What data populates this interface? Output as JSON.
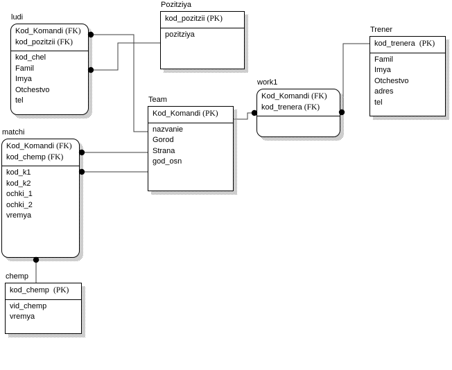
{
  "diagram": {
    "kind": "entity-relationship-model",
    "background": "#ffffff"
  },
  "colors": {
    "line": "#3d3d3d",
    "border": "#000000",
    "shadow": "#9c9c9c",
    "box_fill": "#ffffff",
    "text": "#000000",
    "dot_fill": "#000000"
  },
  "tables": [
    {
      "title": "ludi",
      "rounded": true,
      "keys": [
        {
          "n": "Kod_Komandi ",
          "t": "(FK)"
        },
        {
          "n": "kod_pozitzii ",
          "t": "(FK)"
        }
      ],
      "fields": [
        {
          "n": "kod_chel"
        },
        {
          "n": "Famil"
        },
        {
          "n": "Imya"
        },
        {
          "n": "Otchestvo"
        },
        {
          "n": "tel"
        }
      ]
    },
    {
      "title": "Pozitziya",
      "rounded": false,
      "keys": [
        {
          "n": "kod_pozitzii ",
          "t": "(PK)"
        }
      ],
      "fields": [
        {
          "n": "pozitziya"
        }
      ]
    },
    {
      "title": "Team",
      "rounded": false,
      "keys": [
        {
          "n": "Kod_Komandi ",
          "t": "(PK)"
        }
      ],
      "fields": [
        {
          "n": "nazvanie"
        },
        {
          "n": "Gorod"
        },
        {
          "n": "Strana"
        },
        {
          "n": "god_osn"
        }
      ]
    },
    {
      "title": "work1",
      "rounded": true,
      "keys": [
        {
          "n": "Kod_Komandi ",
          "t": "(FK)"
        },
        {
          "n": "kod_trenera ",
          "t": "(FK)"
        }
      ],
      "fields": []
    },
    {
      "title": "Trener",
      "rounded": false,
      "keys": [
        {
          "n": "kod_trenera  ",
          "t": "(PK)"
        }
      ],
      "fields": [
        {
          "n": "Famil"
        },
        {
          "n": "Imya"
        },
        {
          "n": "Otchestvo"
        },
        {
          "n": "adres"
        },
        {
          "n": "tel"
        }
      ]
    },
    {
      "title": "matchi",
      "rounded": true,
      "keys": [
        {
          "n": "Kod_Komandi ",
          "t": "(FK)"
        },
        {
          "n": "kod_chemp ",
          "t": "(FK)"
        }
      ],
      "fields": [
        {
          "n": "kod_k1"
        },
        {
          "n": "kod_k2"
        },
        {
          "n": "ochki_1"
        },
        {
          "n": "ochki_2"
        },
        {
          "n": "vremya"
        }
      ]
    },
    {
      "title": "chemp",
      "rounded": false,
      "keys": [
        {
          "n": "kod_chemp  ",
          "t": "(PK)"
        }
      ],
      "fields": [
        {
          "n": "vid_chemp"
        },
        {
          "n": "vremya"
        }
      ]
    }
  ],
  "relationships": [
    {
      "from": "Team",
      "to": "ludi"
    },
    {
      "from": "Pozitziya",
      "to": "ludi"
    },
    {
      "from": "Team",
      "to": "matchi"
    },
    {
      "from": "Team",
      "to": "matchi"
    },
    {
      "from": "chemp",
      "to": "matchi"
    },
    {
      "from": "Team",
      "to": "work1"
    },
    {
      "from": "Trener",
      "to": "work1"
    }
  ]
}
